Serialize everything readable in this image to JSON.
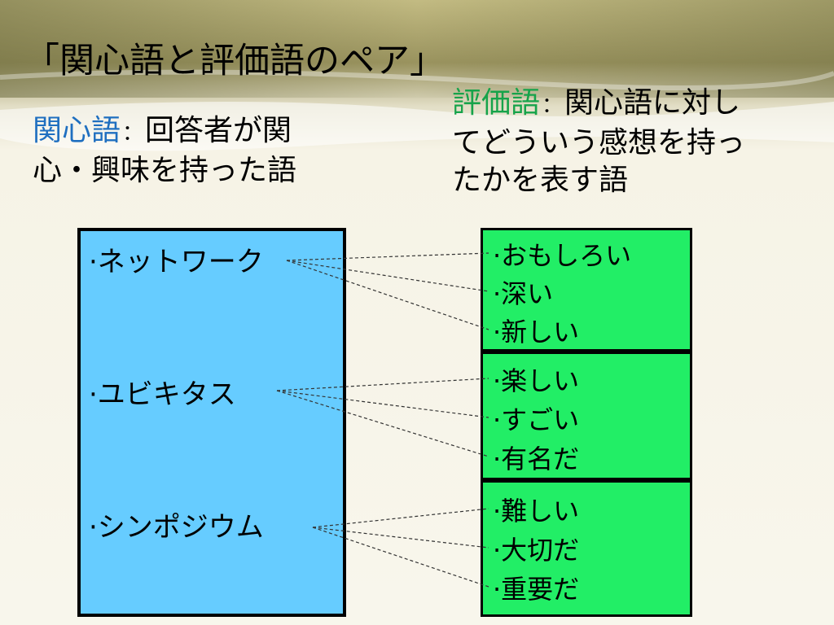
{
  "title": "「関心語と評価語のペア」",
  "interest_definition": {
    "term": "関心語",
    "colon": "：",
    "text_line1": "回答者が関",
    "text_line2": "心・興味を持った語"
  },
  "evaluation_definition": {
    "term": "評価語",
    "colon": "：",
    "text_line1": "関心語に対し",
    "text_line2": "てどういう感想を持っ",
    "text_line3": "たかを表す語"
  },
  "interest_words": [
    "·ネットワーク",
    "·ユビキタス",
    "·シンポジウム"
  ],
  "evaluation_groups": [
    [
      "·おもしろい",
      "·深い",
      "·新しい"
    ],
    [
      "·楽しい",
      "·すごい",
      "·有名だ"
    ],
    [
      "·難しい",
      "·大切だ",
      "·重要だ"
    ]
  ],
  "colors": {
    "interest_box": "#66ccff",
    "evaluation_box": "#22ee66",
    "interest_term": "#1f6fc0",
    "evaluation_term": "#16a34a"
  }
}
